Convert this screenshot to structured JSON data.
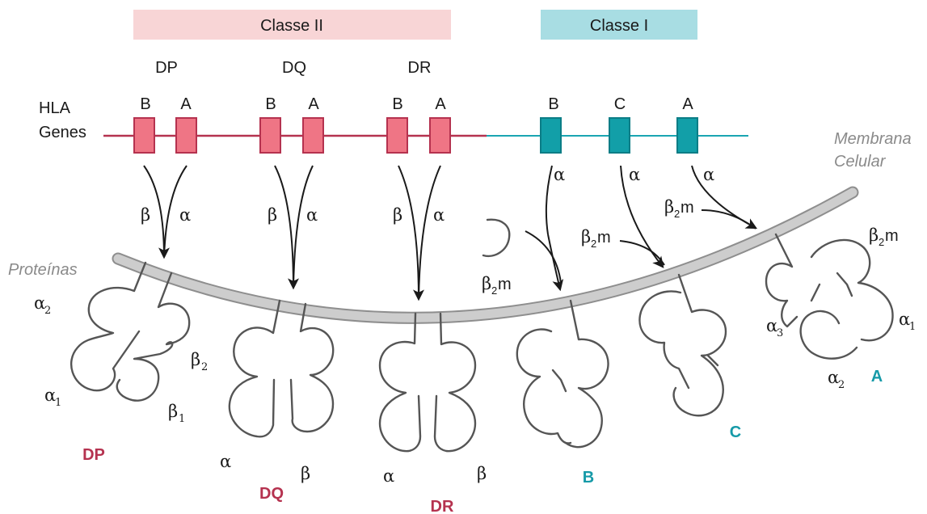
{
  "colors": {
    "class2_band": "#f8d5d6",
    "class1_band": "#a8dde3",
    "class2_gene": "#ef7585",
    "class2_line": "#b5324f",
    "class1_gene": "#129fa8",
    "class1_line": "#1aa5b2",
    "membrane": "#c9c9c9",
    "label_class2": "#b5324f",
    "label_class1": "#169aa8"
  },
  "header": {
    "class2": "Classe II",
    "class1": "Classe I"
  },
  "hla_label": [
    "HLA",
    "Genes"
  ],
  "membrane_label": [
    "Membrana",
    "Celular"
  ],
  "proteins_label": "Proteínas",
  "class2_loci": [
    {
      "name": "DP",
      "genes": [
        "B",
        "A"
      ],
      "left_chain": "β",
      "right_chain": "α"
    },
    {
      "name": "DQ",
      "genes": [
        "B",
        "A"
      ],
      "left_chain": "β",
      "right_chain": "α"
    },
    {
      "name": "DR",
      "genes": [
        "B",
        "A"
      ],
      "left_chain": "β",
      "right_chain": "α"
    }
  ],
  "class1_genes": [
    {
      "name": "B",
      "chain": "α"
    },
    {
      "name": "C",
      "chain": "α"
    },
    {
      "name": "A",
      "chain": "α"
    }
  ],
  "b2m": {
    "symbol": "β",
    "sub": "2",
    "suffix": "m"
  },
  "protein_labels": {
    "dp": {
      "name": "DP",
      "a2": [
        "α",
        "2"
      ],
      "a1": [
        "α",
        "1"
      ],
      "b2": [
        "β",
        "2"
      ],
      "b1": [
        "β",
        "1"
      ]
    },
    "dq": {
      "name": "DQ",
      "left": "α",
      "right": "β"
    },
    "dr": {
      "name": "DR",
      "left": "α",
      "right": "β"
    },
    "b": {
      "name": "B"
    },
    "c": {
      "name": "C"
    },
    "a": {
      "name": "A",
      "a3": [
        "α",
        "3"
      ],
      "a1": [
        "α",
        "1"
      ],
      "a2": [
        "α",
        "2"
      ]
    }
  }
}
